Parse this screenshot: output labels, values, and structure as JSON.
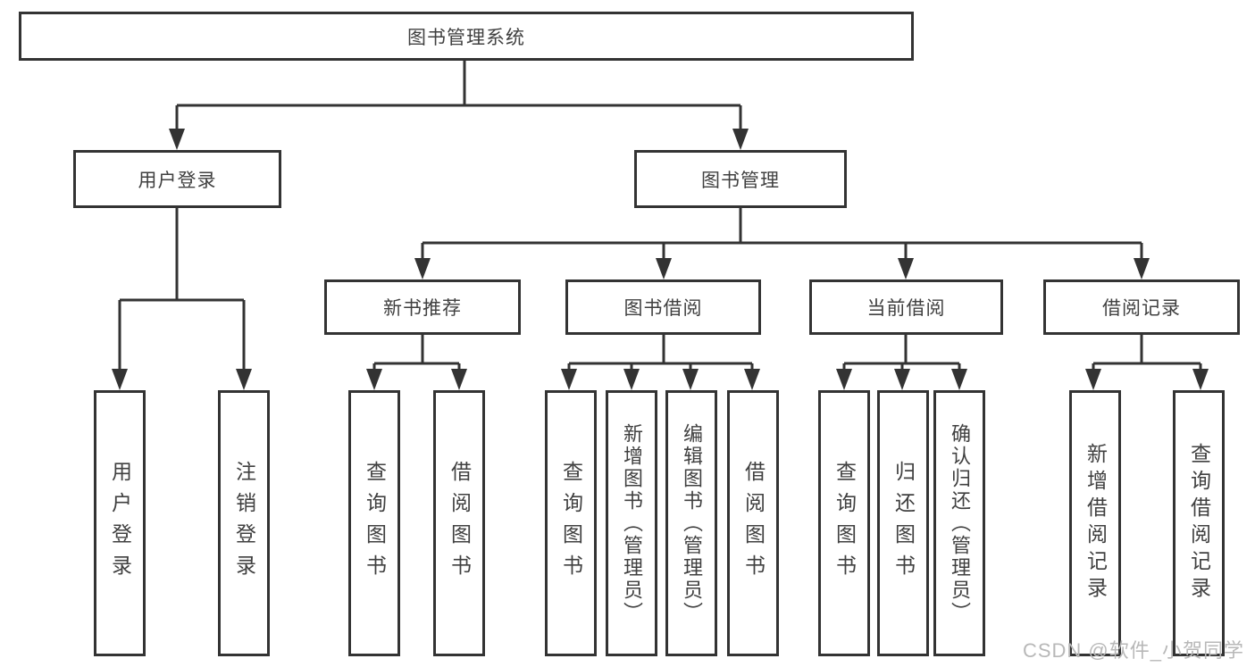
{
  "diagram": {
    "type": "hierarchy-tree",
    "root": {
      "label": "图书管理系统"
    },
    "level2": [
      {
        "label": "用户登录"
      },
      {
        "label": "图书管理"
      }
    ],
    "level3": [
      {
        "label": "新书推荐",
        "parent": "图书管理"
      },
      {
        "label": "图书借阅",
        "parent": "图书管理"
      },
      {
        "label": "当前借阅",
        "parent": "图书管理"
      },
      {
        "label": "借阅记录",
        "parent": "图书管理"
      }
    ],
    "leaves": [
      {
        "label": "用户登录",
        "parent": "用户登录"
      },
      {
        "label": "注销登录",
        "parent": "用户登录"
      },
      {
        "label": "查询图书",
        "parent": "新书推荐"
      },
      {
        "label": "借阅图书",
        "parent": "新书推荐"
      },
      {
        "label": "查询图书",
        "parent": "图书借阅"
      },
      {
        "label": "新增图书（管理员）",
        "parent": "图书借阅"
      },
      {
        "label": "编辑图书（管理员）",
        "parent": "图书借阅"
      },
      {
        "label": "借阅图书",
        "parent": "图书借阅"
      },
      {
        "label": "查询图书",
        "parent": "当前借阅"
      },
      {
        "label": "归还图书",
        "parent": "当前借阅"
      },
      {
        "label": "确认归还（管理员）",
        "parent": "当前借阅"
      },
      {
        "label": "新增借阅记录",
        "parent": "借阅记录"
      },
      {
        "label": "查询借阅记录",
        "parent": "借阅记录"
      }
    ]
  },
  "watermark": {
    "text": "CSDN @软件_小贺同学"
  },
  "colors": {
    "line": "#333333",
    "text": "#404040",
    "background": "#ffffff",
    "watermark": "#b8b8b8"
  }
}
